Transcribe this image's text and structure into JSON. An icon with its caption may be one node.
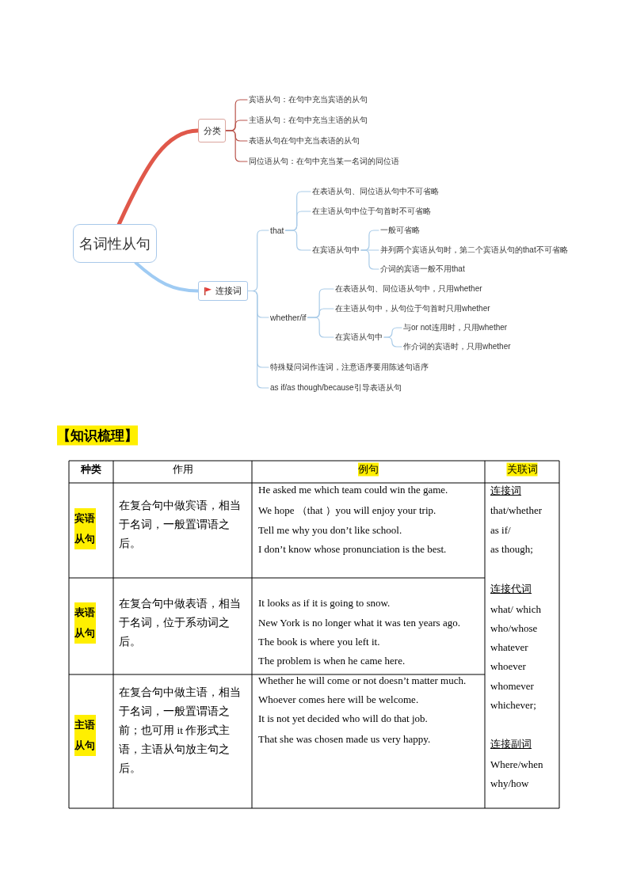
{
  "diagram": {
    "nodes": [
      {
        "text": [
          "名词性从句"
        ]
      },
      {
        "text": [
          "分类"
        ]
      },
      {
        "text": [
          "宾语从句：在句中充当宾语的从句"
        ]
      },
      {
        "text": [
          "主语从句：在句中充当主语的从句"
        ]
      },
      {
        "text": [
          "表语从句在句中充当表语的从句"
        ]
      },
      {
        "text": [
          "同位语从句：在句中充当某一名词的同位语"
        ]
      },
      {
        "text": [
          "连接词"
        ]
      },
      {
        "text": [
          "that"
        ]
      },
      {
        "text": [
          "在表语从句、同位语从句中不可省略"
        ]
      },
      {
        "text": [
          "在主语从句中位于句首时不可省略"
        ]
      },
      {
        "text": [
          "在宾语从句中"
        ]
      },
      {
        "text": [
          "一般可省略"
        ]
      },
      {
        "text": [
          "并列两个宾语从句时，第二个宾语从句的that不可省略"
        ]
      },
      {
        "text": [
          "介词的宾语一般不用that"
        ]
      },
      {
        "text": [
          "whether/if"
        ]
      },
      {
        "text": [
          "在表语从句、同位语从句中，只用whether"
        ]
      },
      {
        "text": [
          "在主语从句中，从句位于句首时只用whether"
        ]
      },
      {
        "text": [
          "在宾语从句中"
        ]
      },
      {
        "text": [
          "与or not连用时，只用whether"
        ]
      },
      {
        "text": [
          "作介词的宾语时，只用whether"
        ]
      },
      {
        "text": [
          "特殊疑问词作连词，注意语序要用陈述句语序"
        ]
      },
      {
        "text": [
          "as if/as though/because引导表语从句"
        ]
      }
    ],
    "edges": [
      {
        "from": 0,
        "to": 1,
        "arrow": "none",
        "style": "thick",
        "color": "#e0584a"
      },
      {
        "from": 1,
        "to": 2,
        "arrow": "none",
        "color": "#b9554c"
      },
      {
        "from": 1,
        "to": 3,
        "arrow": "none",
        "color": "#b9554c"
      },
      {
        "from": 1,
        "to": 4,
        "arrow": "none",
        "color": "#b9554c"
      },
      {
        "from": 1,
        "to": 5,
        "arrow": "none",
        "color": "#b9554c"
      },
      {
        "from": 0,
        "to": 6,
        "arrow": "none",
        "style": "thick"
      },
      {
        "from": 6,
        "to": 7,
        "arrow": "none"
      },
      {
        "from": 7,
        "to": 8,
        "arrow": "none"
      },
      {
        "from": 7,
        "to": 9,
        "arrow": "none"
      },
      {
        "from": 7,
        "to": 10,
        "arrow": "none"
      },
      {
        "from": 10,
        "to": 11,
        "arrow": "none"
      },
      {
        "from": 10,
        "to": 12,
        "arrow": "none"
      },
      {
        "from": 10,
        "to": 13,
        "arrow": "none"
      },
      {
        "from": 6,
        "to": 14,
        "arrow": "none"
      },
      {
        "from": 14,
        "to": 15,
        "arrow": "none"
      },
      {
        "from": 14,
        "to": 16,
        "arrow": "none"
      },
      {
        "from": 14,
        "to": 17,
        "arrow": "none"
      },
      {
        "from": 17,
        "to": 18,
        "arrow": "none"
      },
      {
        "from": 17,
        "to": 19,
        "arrow": "none"
      },
      {
        "from": 6,
        "to": 20,
        "arrow": "none"
      },
      {
        "from": 6,
        "to": 21,
        "arrow": "none"
      }
    ],
    "labels": [
      "【知识梳理】",
      "种类",
      "作用",
      "例句",
      "关联词",
      "宾语从句",
      "在复合句中做宾语，相当于名词，一般置谓语之后。",
      "He asked me which team could win the game.",
      "We hope （that ）you will enjoy your trip.",
      "Tell me why you don’t like school.",
      "I don’t know whose pronunciation is the best.",
      "连接词",
      "that/whether",
      "as if/",
      "as though;",
      "连接代词",
      "what/ which",
      "who/whose",
      "whatever",
      "whoever",
      "whomever",
      "whichever;",
      "连接副词",
      "Where/when",
      "why/how",
      "表语从句",
      "在复合句中做表语，相当于名词，位于系动词之后。",
      "It looks as if it is going to snow.",
      "New York is no longer what it was ten years ago.",
      "The book is where you left it.",
      "The problem is when he came here.",
      "主语从句",
      "在复合句中做主语，相当于名词，一般置谓语之前；也可用 it 作形式主语，主语从句放主句之后。",
      "Whether he will come or not doesn’t matter much.",
      "Whoever comes here will be welcome.",
      "It is not yet decided who will do that job.",
      "That she was chosen made us very happy."
    ]
  }
}
